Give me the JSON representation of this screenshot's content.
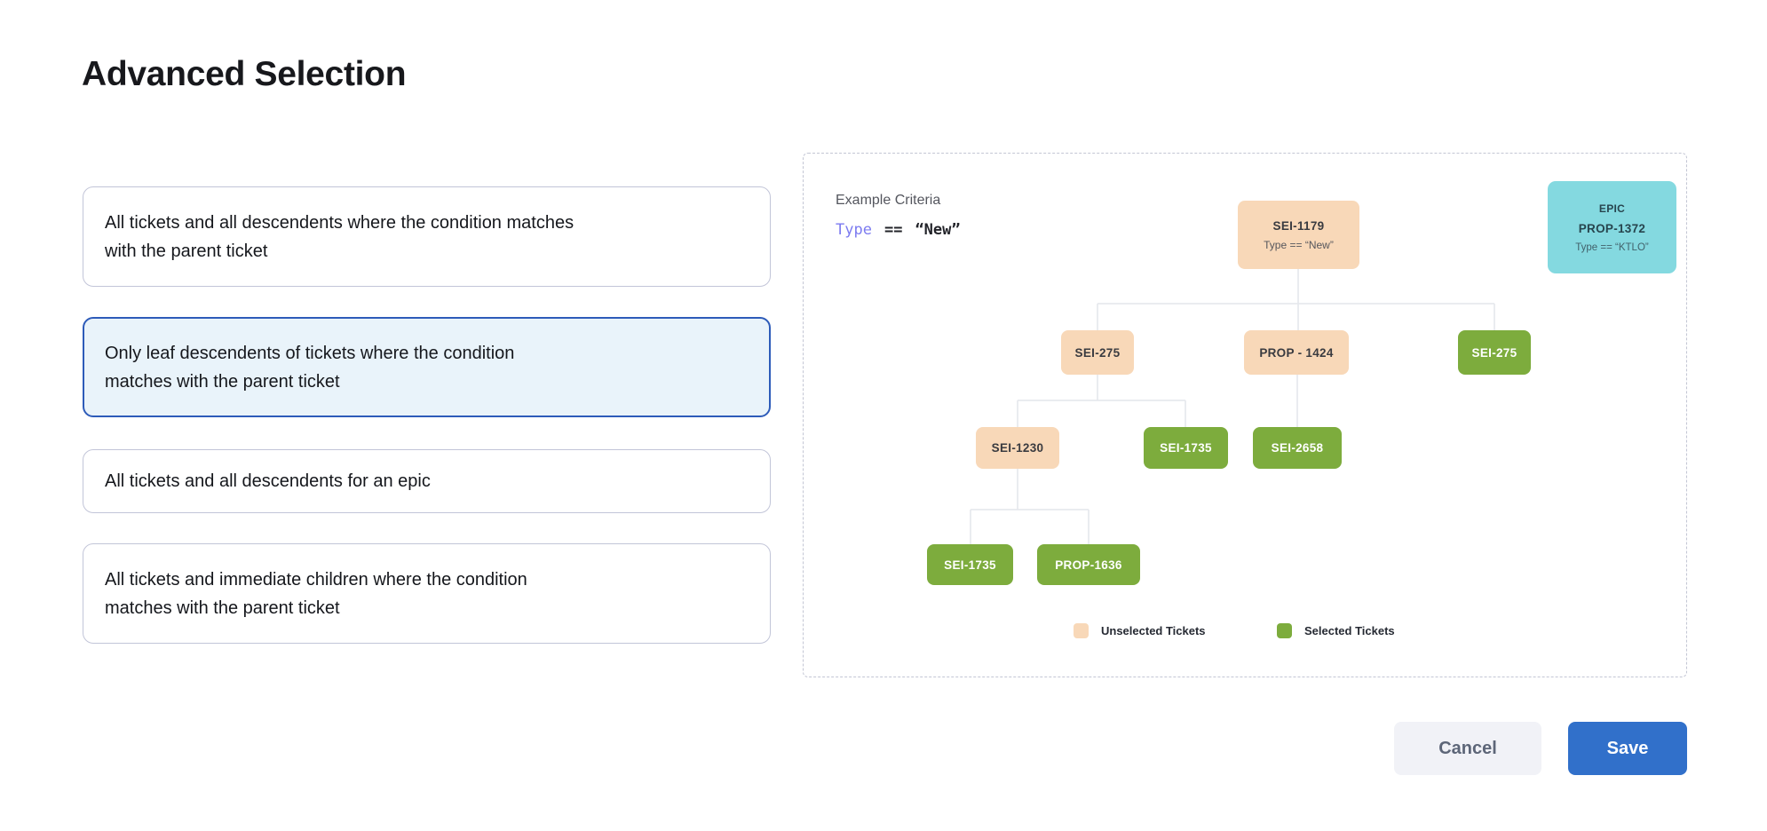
{
  "page": {
    "title": "Advanced Selection"
  },
  "options": [
    {
      "label": "All tickets and all descendents where the condition matches with the parent ticket",
      "selected": false
    },
    {
      "label": "Only leaf descendents of tickets where the condition matches with the parent ticket",
      "selected": true
    },
    {
      "label": "All tickets and all descendents for an epic",
      "selected": false
    },
    {
      "label": "All tickets and immediate children where the condition matches with the parent ticket",
      "selected": false
    }
  ],
  "example": {
    "heading": "Example Criteria",
    "criteria": {
      "field": "Type",
      "operator": "==",
      "value": "“New”"
    },
    "epic": {
      "type_label": "EPIC",
      "id": "PROP-1372",
      "condition": "Type == “KTLO”"
    },
    "nodes": {
      "root": {
        "id": "SEI-1179",
        "condition": "Type == “New”",
        "state": "unselected"
      },
      "l2a": {
        "id": "SEI-275",
        "state": "unselected"
      },
      "l2b": {
        "id": "PROP - 1424",
        "state": "unselected"
      },
      "l2c": {
        "id": "SEI-275",
        "state": "selected"
      },
      "l3a": {
        "id": "SEI-1230",
        "state": "unselected"
      },
      "l3b": {
        "id": "SEI-1735",
        "state": "selected"
      },
      "l3c": {
        "id": "SEI-2658",
        "state": "selected"
      },
      "l4a": {
        "id": "SEI-1735",
        "state": "selected"
      },
      "l4b": {
        "id": "PROP-1636",
        "state": "selected"
      }
    },
    "legend": {
      "unselected": {
        "label": "Unselected Tickets",
        "color": "#f8d8b8"
      },
      "selected": {
        "label": "Selected Tickets",
        "color": "#7dac3d"
      }
    }
  },
  "actions": {
    "cancel": "Cancel",
    "save": "Save"
  },
  "colors": {
    "selected_card_border": "#2d5bb9",
    "selected_card_bg": "#e9f3fa",
    "unselected_ticket": "#f8d8b8",
    "selected_ticket": "#7dac3d",
    "epic_ticket": "#84d9e0",
    "save_button": "#3170ca",
    "criteria_field": "#7c7bf0"
  }
}
